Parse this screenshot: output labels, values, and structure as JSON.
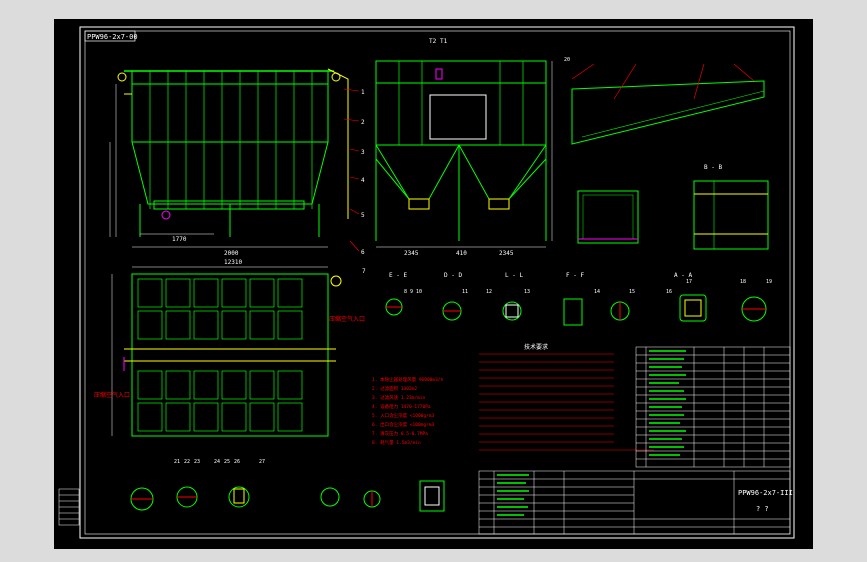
{
  "window": {
    "background": "#dcdcdc"
  },
  "colors": {
    "sheet": "#000000",
    "frame": "#ffffff",
    "structure": "#00ff00",
    "annotation": "#ff0000",
    "dimension": "#ffffff",
    "accent": "#ffff00",
    "highlight": "#ff00ff"
  },
  "title_block": {
    "drawing_number": "PPW96-2x7-III",
    "top_corner_code": "PPW96-2x7-00",
    "sheet_note": "? ?"
  },
  "front_view": {
    "dim_total": "2000",
    "dim_bottom": "1770",
    "callouts": [
      "1",
      "2",
      "3",
      "4",
      "5",
      "6"
    ]
  },
  "side_view": {
    "callouts_top": [
      "T2",
      "T1"
    ],
    "dim_left": "2345",
    "dim_mid": "410",
    "dim_right": "2345"
  },
  "plan_view": {
    "dim_width": "12310",
    "label_inlet_right": "压缩空气入口",
    "label_inlet_left": "压缩空气入口",
    "callout": "7"
  },
  "section_labels": [
    {
      "id": "E-E",
      "text": "E - E"
    },
    {
      "id": "D-D",
      "text": "D - D"
    },
    {
      "id": "L-L",
      "text": "L - L"
    },
    {
      "id": "F-F",
      "text": "F - F"
    },
    {
      "id": "B-B",
      "text": "B - B"
    },
    {
      "id": "A-A",
      "text": "A - A"
    }
  ],
  "detail_callouts": [
    "8",
    "9",
    "10",
    "11",
    "12",
    "13",
    "14",
    "15",
    "16",
    "17",
    "18",
    "19",
    "20",
    "21",
    "22",
    "23",
    "24",
    "25",
    "26",
    "27"
  ],
  "notes": {
    "heading": "技术要求",
    "lines": [
      "1. 本除尘器处理风量 96000m3/h",
      "2. 过滤面积 1302m2",
      "3. 过滤风速 1.23m/min",
      "4. 设备阻力 1470-1770Pa",
      "5. 入口含尘浓度 <1000g/m3",
      "6. 出口含尘浓度 <100mg/m3",
      "7. 清灰压力 0.5-0.7MPa",
      "8. 耗气量 1.5m3/min"
    ]
  }
}
